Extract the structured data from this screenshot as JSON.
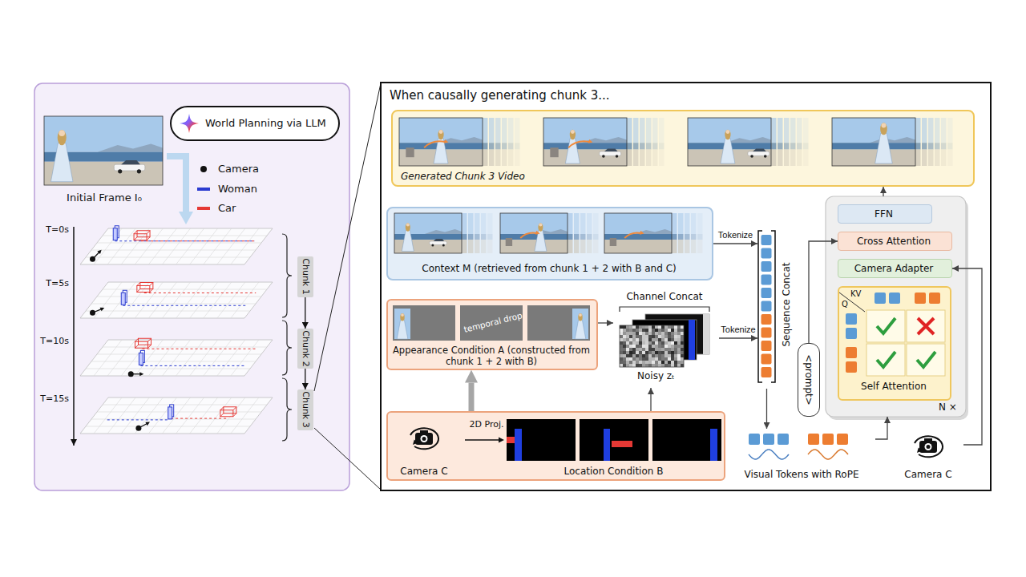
{
  "diagram": {
    "nodes": [
      {
        "text": [
          "World Planning via LLM"
        ]
      },
      {
        "text": [
          "Initial Frame I₀"
        ]
      },
      {
        "text": [
          "Chunk 1"
        ]
      },
      {
        "text": [
          "Chunk 2"
        ]
      },
      {
        "text": [
          "Chunk 3"
        ]
      },
      {
        "text": [
          "When causally generating chunk 3..."
        ]
      },
      {
        "text": [
          "Generated Chunk 3 Video"
        ],
        "in": 5
      },
      {
        "text": [
          "Context M (retrieved from chunk 1 + 2 with B and C)"
        ],
        "in": 5
      },
      {
        "text": [
          "Appearance Condition A (constructed from chunk 1 + 2 with B)"
        ],
        "in": 5
      },
      {
        "text": [
          "Channel Concat",
          "Noisy zₜ"
        ],
        "in": 5
      },
      {
        "text": [
          "Sequence Concat"
        ],
        "in": 5
      },
      {
        "text": [
          "Camera C",
          "2D Proj.",
          "Location Condition B"
        ],
        "in": 5
      },
      {
        "text": [
          "<prompt>"
        ],
        "in": 5
      },
      {
        "text": [
          "Visual Tokens with RoPE"
        ],
        "in": 5
      },
      {
        "text": [
          "N ×"
        ],
        "in": 5
      },
      {
        "text": [
          "FFN"
        ],
        "in": 14
      },
      {
        "text": [
          "Cross Attention"
        ],
        "in": 14
      },
      {
        "text": [
          "Camera Adapter"
        ],
        "in": 14
      },
      {
        "text": [
          "Self Attention"
        ],
        "in": 14
      },
      {
        "text": [
          "Camera C"
        ],
        "in": 5
      }
    ],
    "edges": [
      {
        "from": 2,
        "to": 3,
        "arrow": "to"
      },
      {
        "from": 3,
        "to": 4,
        "arrow": "to"
      },
      {
        "from": 7,
        "to": 10,
        "label": "Tokenize",
        "arrow": "to"
      },
      {
        "from": 9,
        "to": 10,
        "label": "Tokenize",
        "arrow": "to"
      },
      {
        "from": 8,
        "to": 9,
        "arrow": "to"
      },
      {
        "from": 11,
        "to": 8,
        "arrow": "to"
      },
      {
        "from": 11,
        "to": 9,
        "arrow": "to"
      },
      {
        "from": 10,
        "to": 13,
        "arrow": "to"
      },
      {
        "from": 12,
        "to": 16,
        "arrow": "to"
      },
      {
        "from": 13,
        "to": 14,
        "arrow": "to"
      },
      {
        "from": 19,
        "to": 17,
        "arrow": "to"
      },
      {
        "from": 14,
        "to": 6,
        "arrow": "to"
      }
    ],
    "labels": [
      "T=0s",
      "T=5s",
      "T=10s",
      "T=15s",
      "temporal drop",
      "Q",
      "KV"
    ],
    "legend": [
      {
        "text": "Camera",
        "color": "#111111"
      },
      {
        "text": "Woman",
        "color": "#2b3cd0"
      },
      {
        "text": "Car",
        "color": "#e53935"
      }
    ]
  }
}
